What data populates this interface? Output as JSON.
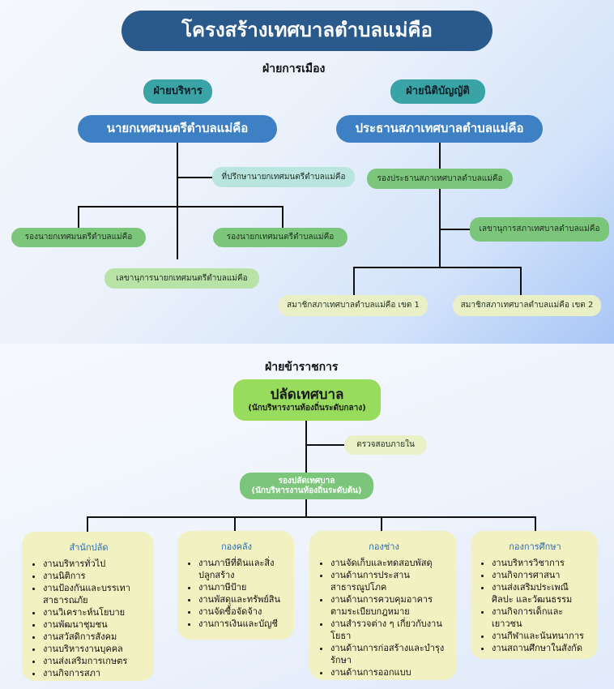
{
  "title": "โครงสร้างเทศบาลตำบลแม่คือ",
  "political": {
    "label": "ฝ่ายการเมือง",
    "executive": {
      "head": "ฝ่ายบริหาร",
      "leader": "นายกเทศมนตรีตำบลแม่คือ",
      "advisor": "ที่ปรึกษานายกเทศมนตรีตำบลแม่คือ",
      "deputy1": "รองนายกเทศมนตรีตำบลแม่คือ",
      "deputy2": "รองนายกเทศมนตรีตำบลแม่คือ",
      "secretary": "เลขานุการนายกเทศมนตรีตำบลแม่คือ"
    },
    "legislative": {
      "head": "ฝ่ายนิติบัญญัติ",
      "leader": "ประธานสภาเทศบาลตำบลแม่คือ",
      "vice": "รองประธานสภาเทศบาลตำบลแม่คือ",
      "secretary": "เลขานุการสภาเทศบาลตำบลแม่คือ",
      "member1": "สมาชิกสภาเทศบาลตำบลแม่คือ เขต 1",
      "member2": "สมาชิกสภาเทศบาลตำบลแม่คือ เขต 2"
    }
  },
  "civil": {
    "label": "ฝ่ายข้าราชการ",
    "clerk": "ปลัดเทศบาล",
    "clerk_sub": "(นักบริหารงานท้องถิ่นระดับกลาง)",
    "audit": "ตรวจสอบภายใน",
    "deputy_clerk": "รองปลัดเทศบาล",
    "deputy_clerk_sub": "(นักบริหารงานท้องถิ่นระดับต้น)",
    "departments": [
      {
        "name": "สำนักปลัด",
        "items": [
          "งานบริหารทั่วไป",
          "งานนิติการ",
          "งานป้องกันและบรรเทาสาธารณภัย",
          "งานวิเคราะห์นโยบาย",
          "งานพัฒนาชุมชน",
          "งานสวัสดิการสังคม",
          "งานบริหารงานบุคคล",
          "งานส่งเสริมการเกษตร",
          "งานกิจการสภา"
        ]
      },
      {
        "name": "กองคลัง",
        "items": [
          "งานภาษีที่ดินและสิ่งปลูกสร้าง",
          "งานภาษีป้าย",
          "งานพัสดุและทรัพย์สิน",
          "งานจัดซื้อจัดจ้าง",
          "งานการเงินและบัญชี"
        ]
      },
      {
        "name": "กองช่าง",
        "items": [
          "งานจัดเก็บและทดสอบพัสดุ",
          "งานด้านการประสานสาธารณูปโภค",
          "งานด้านการควบคุมอาคารตามระเบียบกฎหมาย",
          "งานสำรวจต่าง ๆ เกี่ยวกับงานโยธา",
          "งานด้านการก่อสร้างและบำรุงรักษา",
          "งานด้านการออกแบบ"
        ]
      },
      {
        "name": "กองการศึกษา",
        "items": [
          "งานบริหารวิชาการ",
          "งานกิจการศาสนา",
          "งานส่งเสริมประเพณีศิลปะ และวัฒนธรรม",
          "งานกิจการเด็กและเยาวชน",
          "งานกีฬาและนันทนาการ",
          "งานสถานศึกษาในสังกัด"
        ]
      }
    ]
  },
  "colors": {
    "title_bg": "#2a5a8c",
    "branch_head": "#3aa3a6",
    "leader_bg": "#3d80c4",
    "pill_green": "#7cc67b",
    "pill_light_green": "#b8e2a6",
    "dept_bg": "#f2f1c1",
    "dept_title": "#2a6bb4"
  }
}
